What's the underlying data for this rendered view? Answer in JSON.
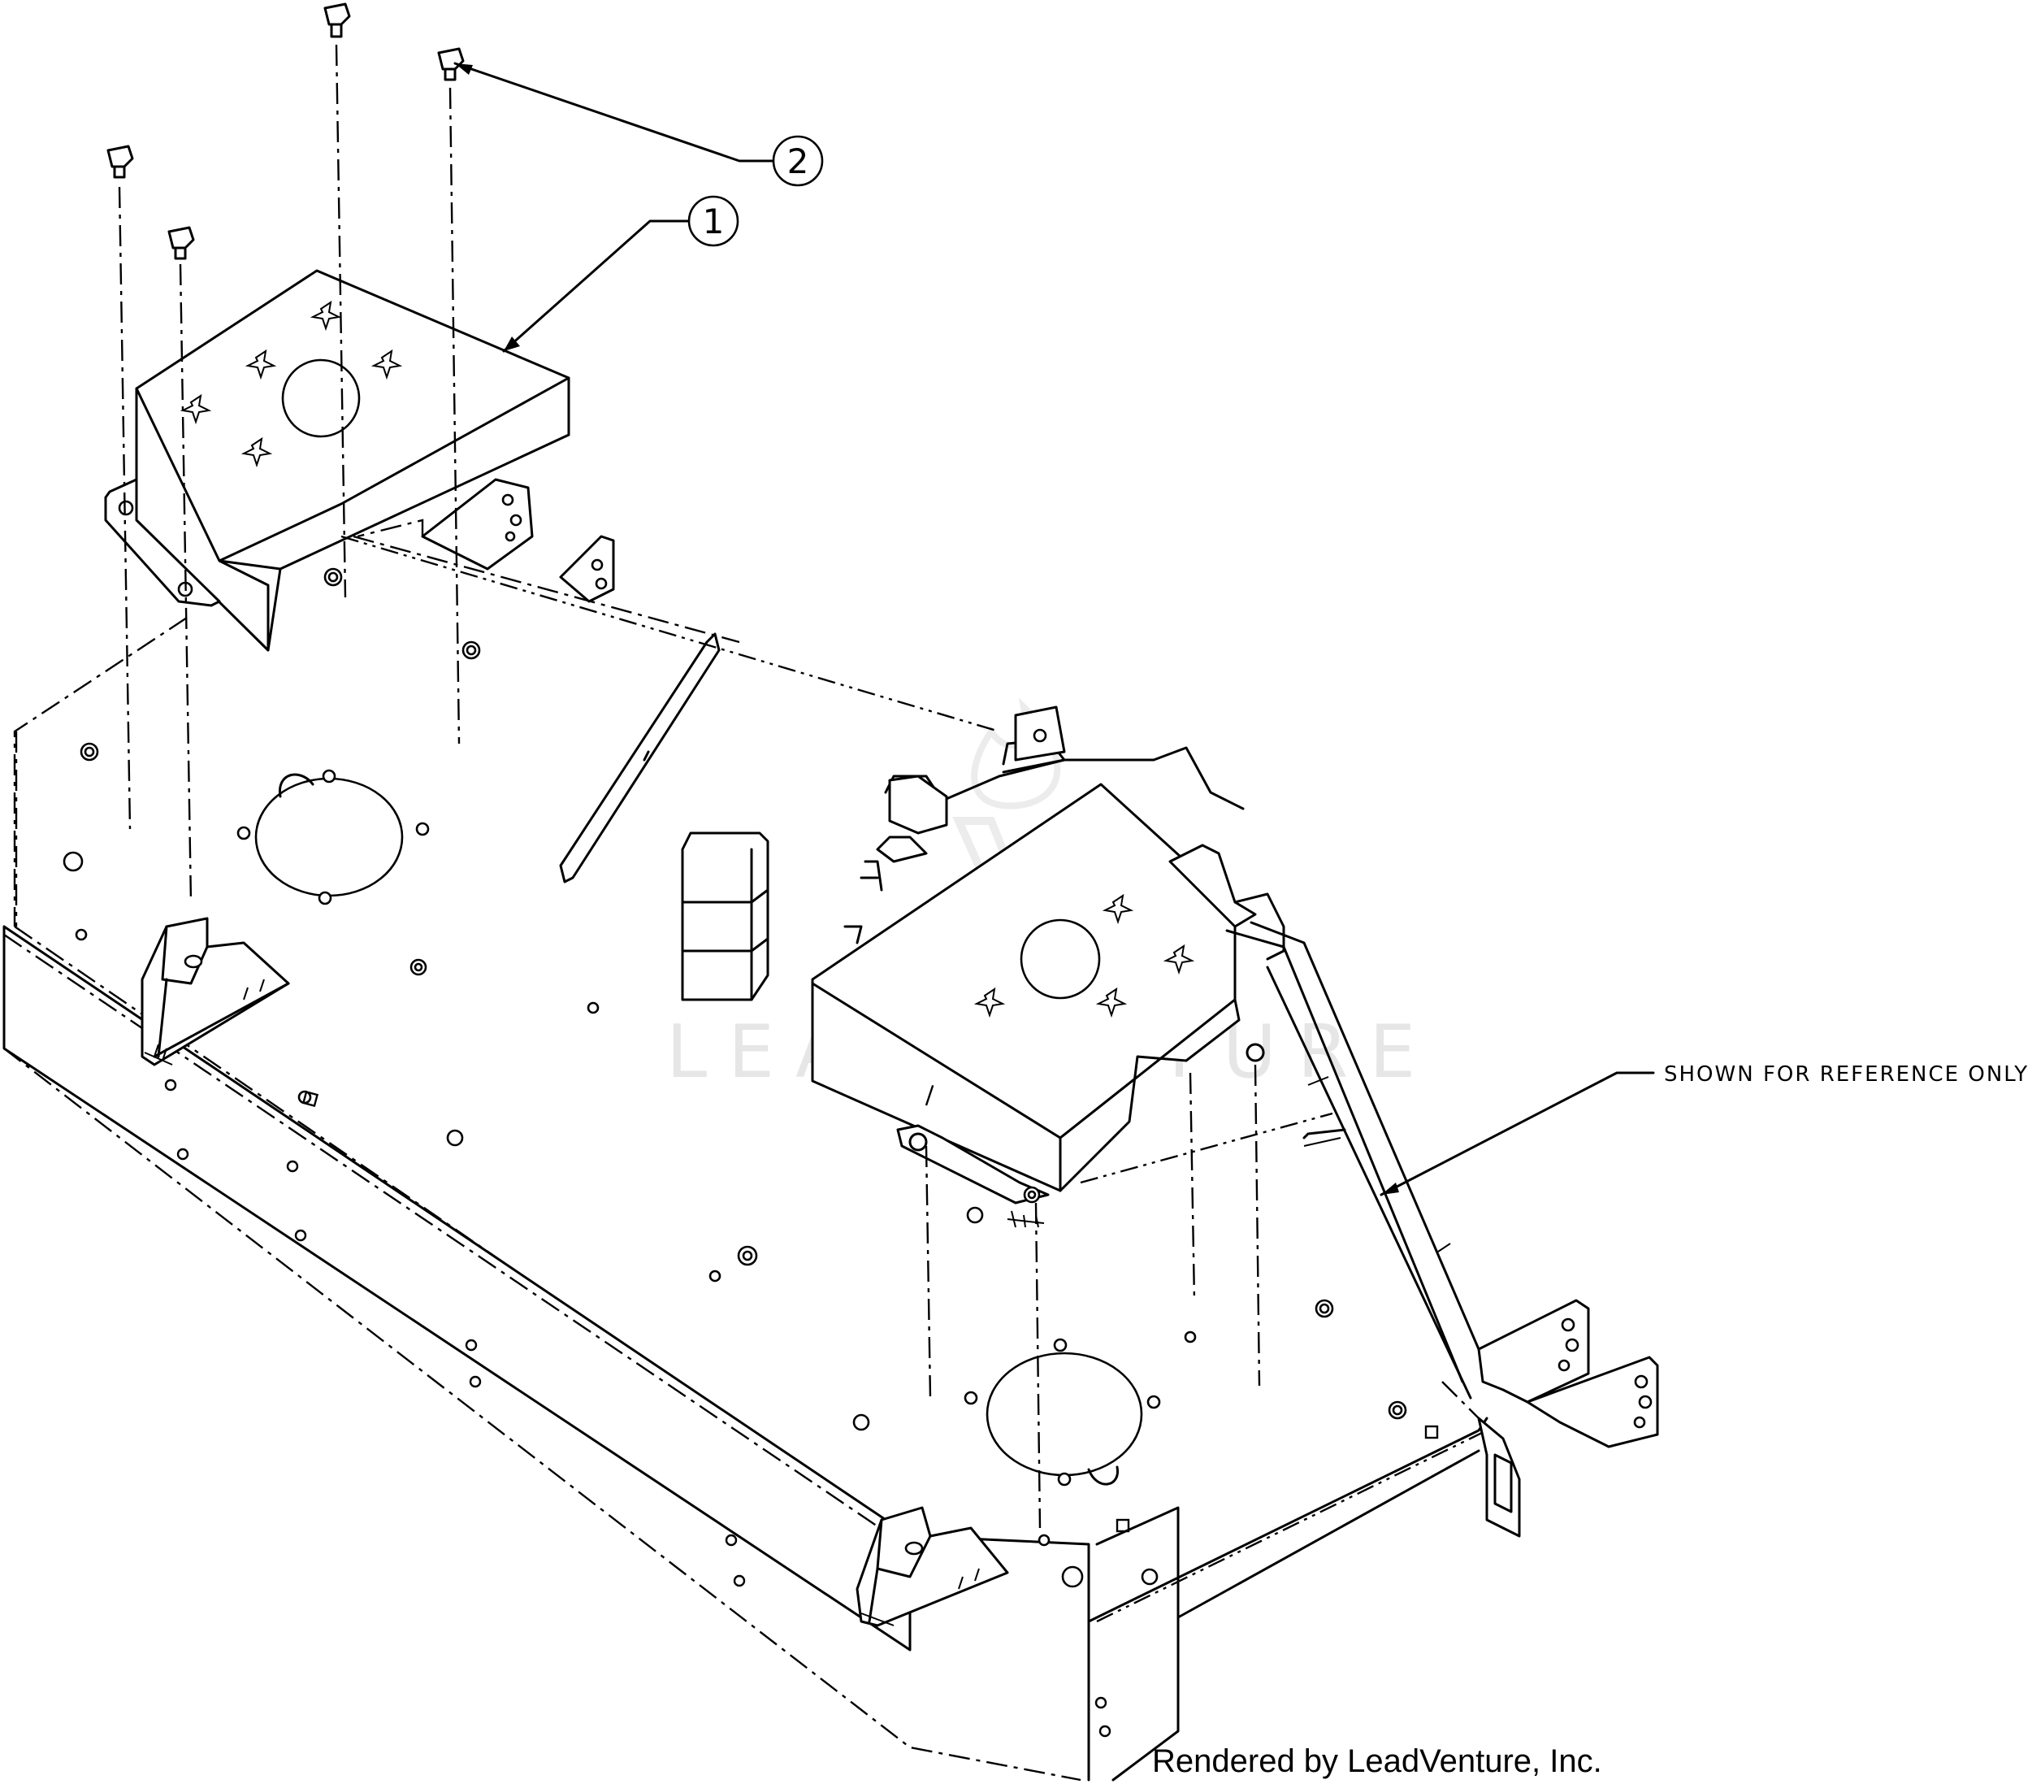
{
  "callouts": [
    {
      "number": "1"
    },
    {
      "number": "2"
    }
  ],
  "reference_note": "SHOWN FOR REFERENCE ONLY",
  "credit": "Rendered by LeadVenture, Inc.",
  "watermark": "LEADVENTURE",
  "colors": {
    "line": "#000000",
    "background": "#ffffff",
    "watermark": "#e6e6e6"
  }
}
